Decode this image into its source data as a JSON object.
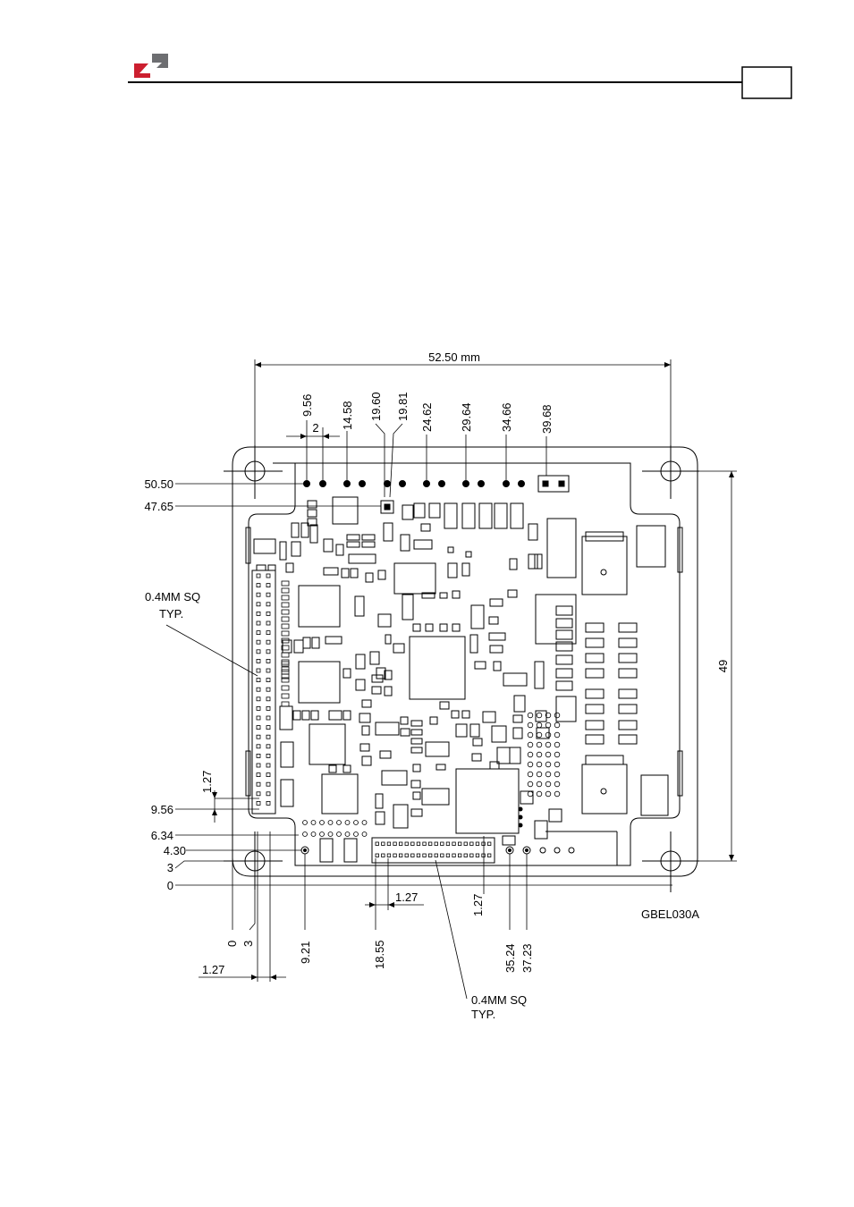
{
  "header": {
    "logo_colors": {
      "red": "#cc1f2f",
      "gray": "#6d6e71"
    },
    "page_number": ""
  },
  "drawing": {
    "overall_width": "52.50 mm",
    "pitch_top": "2",
    "top_coords": [
      "9.56",
      "14.58",
      "19.60",
      "19.81",
      "24.62",
      "29.64",
      "34.66",
      "39.68"
    ],
    "left_coords": [
      "50.50",
      "47.65",
      "9.56",
      "6.34",
      "4.30",
      "3",
      "0"
    ],
    "height": "49",
    "pitch_left": "1.27",
    "pitch_bottom_a": "1.27",
    "pitch_bottom_b": "1.27",
    "pitch_bottom_c": "1.27",
    "bottom_coords": [
      "0",
      "3",
      "9.21",
      "18.55",
      "35.24",
      "37.23"
    ],
    "pad_note_left": [
      "0.4MM SQ",
      "TYP."
    ],
    "pad_note_bottom": [
      "0.4MM SQ",
      "TYP."
    ],
    "figure_id": "GBEL030A"
  }
}
